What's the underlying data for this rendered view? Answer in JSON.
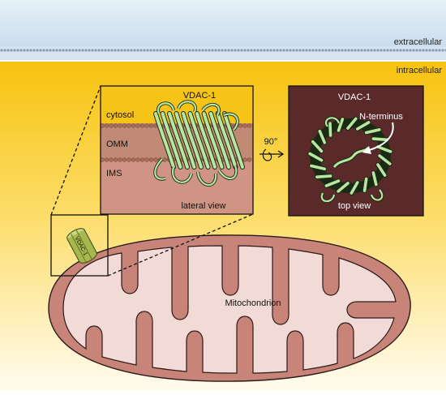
{
  "regions": {
    "extracellular": "extracellular",
    "intracellular": "intracellular"
  },
  "lateral_panel": {
    "title": "VDAC-1",
    "cytosol": "cytosol",
    "omm": "OMM",
    "ims": "IMS",
    "caption": "lateral view"
  },
  "rotation": {
    "label": "90°"
  },
  "top_panel": {
    "title": "VDAC-1",
    "annotation": "N-terminus",
    "caption": "top view"
  },
  "small_channel": {
    "label": "VDAC-1"
  },
  "organelle": {
    "label": "Mitochondrion"
  },
  "colors": {
    "extracellular_fill": "#d6e6f2",
    "membrane_blue": "#b8cde0",
    "intracellular_top": "#f7c310",
    "intracellular_bottom": "#fffbec",
    "cytosol_panel": "#f6c416",
    "omm_band": "#c08a74",
    "ims_fill": "#cf9484",
    "top_panel_bg": "#5a2a2a",
    "protein_green": "#b8e6a0",
    "protein_outline": "#1a2a14",
    "mito_outer": "#c88478",
    "mito_matrix": "#f2dbd6",
    "channel_green": "#a6b84e"
  }
}
